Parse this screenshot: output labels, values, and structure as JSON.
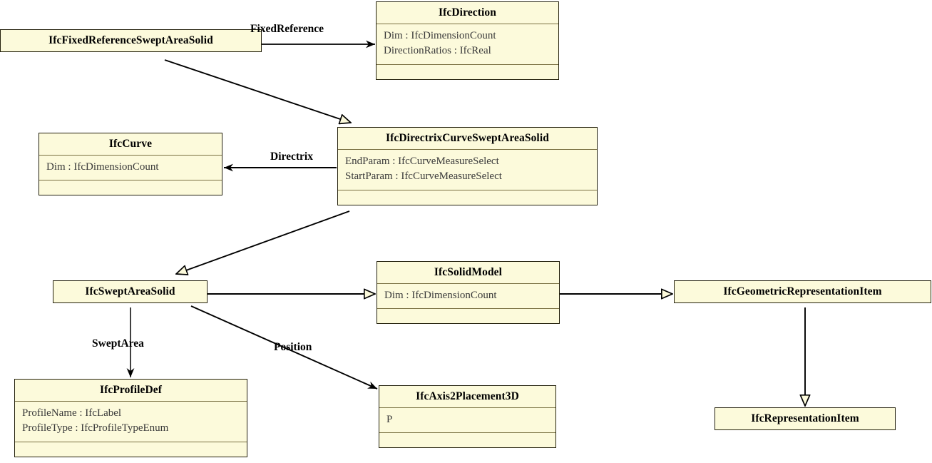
{
  "diagram": {
    "kind": "uml-class-diagram",
    "title": "IfcFixedReferenceSweptAreaSolid inheritance and association diagram",
    "colors": {
      "class_fill": "#fcfadb",
      "class_border": "#23200c",
      "compartment_divider": "#7a7143",
      "edge": "#000000",
      "attribute_text": "#3a3a3a",
      "background": "#ffffff"
    },
    "classes": [
      {
        "id": "fixedref",
        "name": "IfcFixedReferenceSweptAreaSolid",
        "attributes": [],
        "has_attribute_compartment": false,
        "has_operation_compartment": false
      },
      {
        "id": "direction",
        "name": "IfcDirection",
        "attributes": [
          "Dim : IfcDimensionCount",
          "DirectionRatios : IfcReal"
        ],
        "has_attribute_compartment": true,
        "has_operation_compartment": true
      },
      {
        "id": "curve",
        "name": "IfcCurve",
        "attributes": [
          "Dim : IfcDimensionCount"
        ],
        "has_attribute_compartment": true,
        "has_operation_compartment": true
      },
      {
        "id": "directrix",
        "name": "IfcDirectrixCurveSweptAreaSolid",
        "attributes": [
          "EndParam : IfcCurveMeasureSelect",
          "StartParam : IfcCurveMeasureSelect"
        ],
        "has_attribute_compartment": true,
        "has_operation_compartment": true
      },
      {
        "id": "sweptarea",
        "name": "IfcSweptAreaSolid",
        "attributes": [],
        "has_attribute_compartment": false,
        "has_operation_compartment": false
      },
      {
        "id": "solidmodel",
        "name": "IfcSolidModel",
        "attributes": [
          "Dim : IfcDimensionCount"
        ],
        "has_attribute_compartment": true,
        "has_operation_compartment": true
      },
      {
        "id": "geomrep",
        "name": "IfcGeometricRepresentationItem",
        "attributes": [],
        "has_attribute_compartment": false,
        "has_operation_compartment": false
      },
      {
        "id": "profiledef",
        "name": "IfcProfileDef",
        "attributes": [
          "ProfileName : IfcLabel",
          "ProfileType : IfcProfileTypeEnum"
        ],
        "has_attribute_compartment": true,
        "has_operation_compartment": true
      },
      {
        "id": "axis2p3d",
        "name": "IfcAxis2Placement3D",
        "attributes": [
          "P"
        ],
        "has_attribute_compartment": true,
        "has_operation_compartment": true
      },
      {
        "id": "repitem",
        "name": "IfcRepresentationItem",
        "attributes": [],
        "has_attribute_compartment": false,
        "has_operation_compartment": false
      }
    ],
    "edges": [
      {
        "id": "fixedref-direction",
        "from": "fixedref",
        "to": "direction",
        "label": "FixedReference",
        "type": "association",
        "arrowhead": "filled-open-arrow"
      },
      {
        "id": "fixedref-directrix",
        "from": "fixedref",
        "to": "directrix",
        "label": "",
        "type": "generalization",
        "arrowhead": "hollow-triangle"
      },
      {
        "id": "directrix-curve",
        "from": "directrix",
        "to": "curve",
        "label": "Directrix",
        "type": "association",
        "arrowhead": "filled-open-arrow"
      },
      {
        "id": "directrix-sweptarea",
        "from": "directrix",
        "to": "sweptarea",
        "label": "",
        "type": "generalization",
        "arrowhead": "hollow-triangle"
      },
      {
        "id": "sweptarea-solidmodel",
        "from": "sweptarea",
        "to": "solidmodel",
        "label": "",
        "type": "generalization",
        "arrowhead": "hollow-triangle"
      },
      {
        "id": "solidmodel-geomrep",
        "from": "solidmodel",
        "to": "geomrep",
        "label": "",
        "type": "generalization",
        "arrowhead": "hollow-triangle"
      },
      {
        "id": "geomrep-repitem",
        "from": "geomrep",
        "to": "repitem",
        "label": "",
        "type": "generalization",
        "arrowhead": "hollow-triangle"
      },
      {
        "id": "sweptarea-profiledef",
        "from": "sweptarea",
        "to": "profiledef",
        "label": "SweptArea",
        "type": "association",
        "arrowhead": "filled-open-arrow"
      },
      {
        "id": "sweptarea-axis2p3d",
        "from": "sweptarea",
        "to": "axis2p3d",
        "label": "Position",
        "type": "association",
        "arrowhead": "filled-open-arrow"
      }
    ],
    "labels": {
      "fixedreference": "FixedReference",
      "directrix": "Directrix",
      "sweptarea": "SweptArea",
      "position": "Position"
    }
  }
}
